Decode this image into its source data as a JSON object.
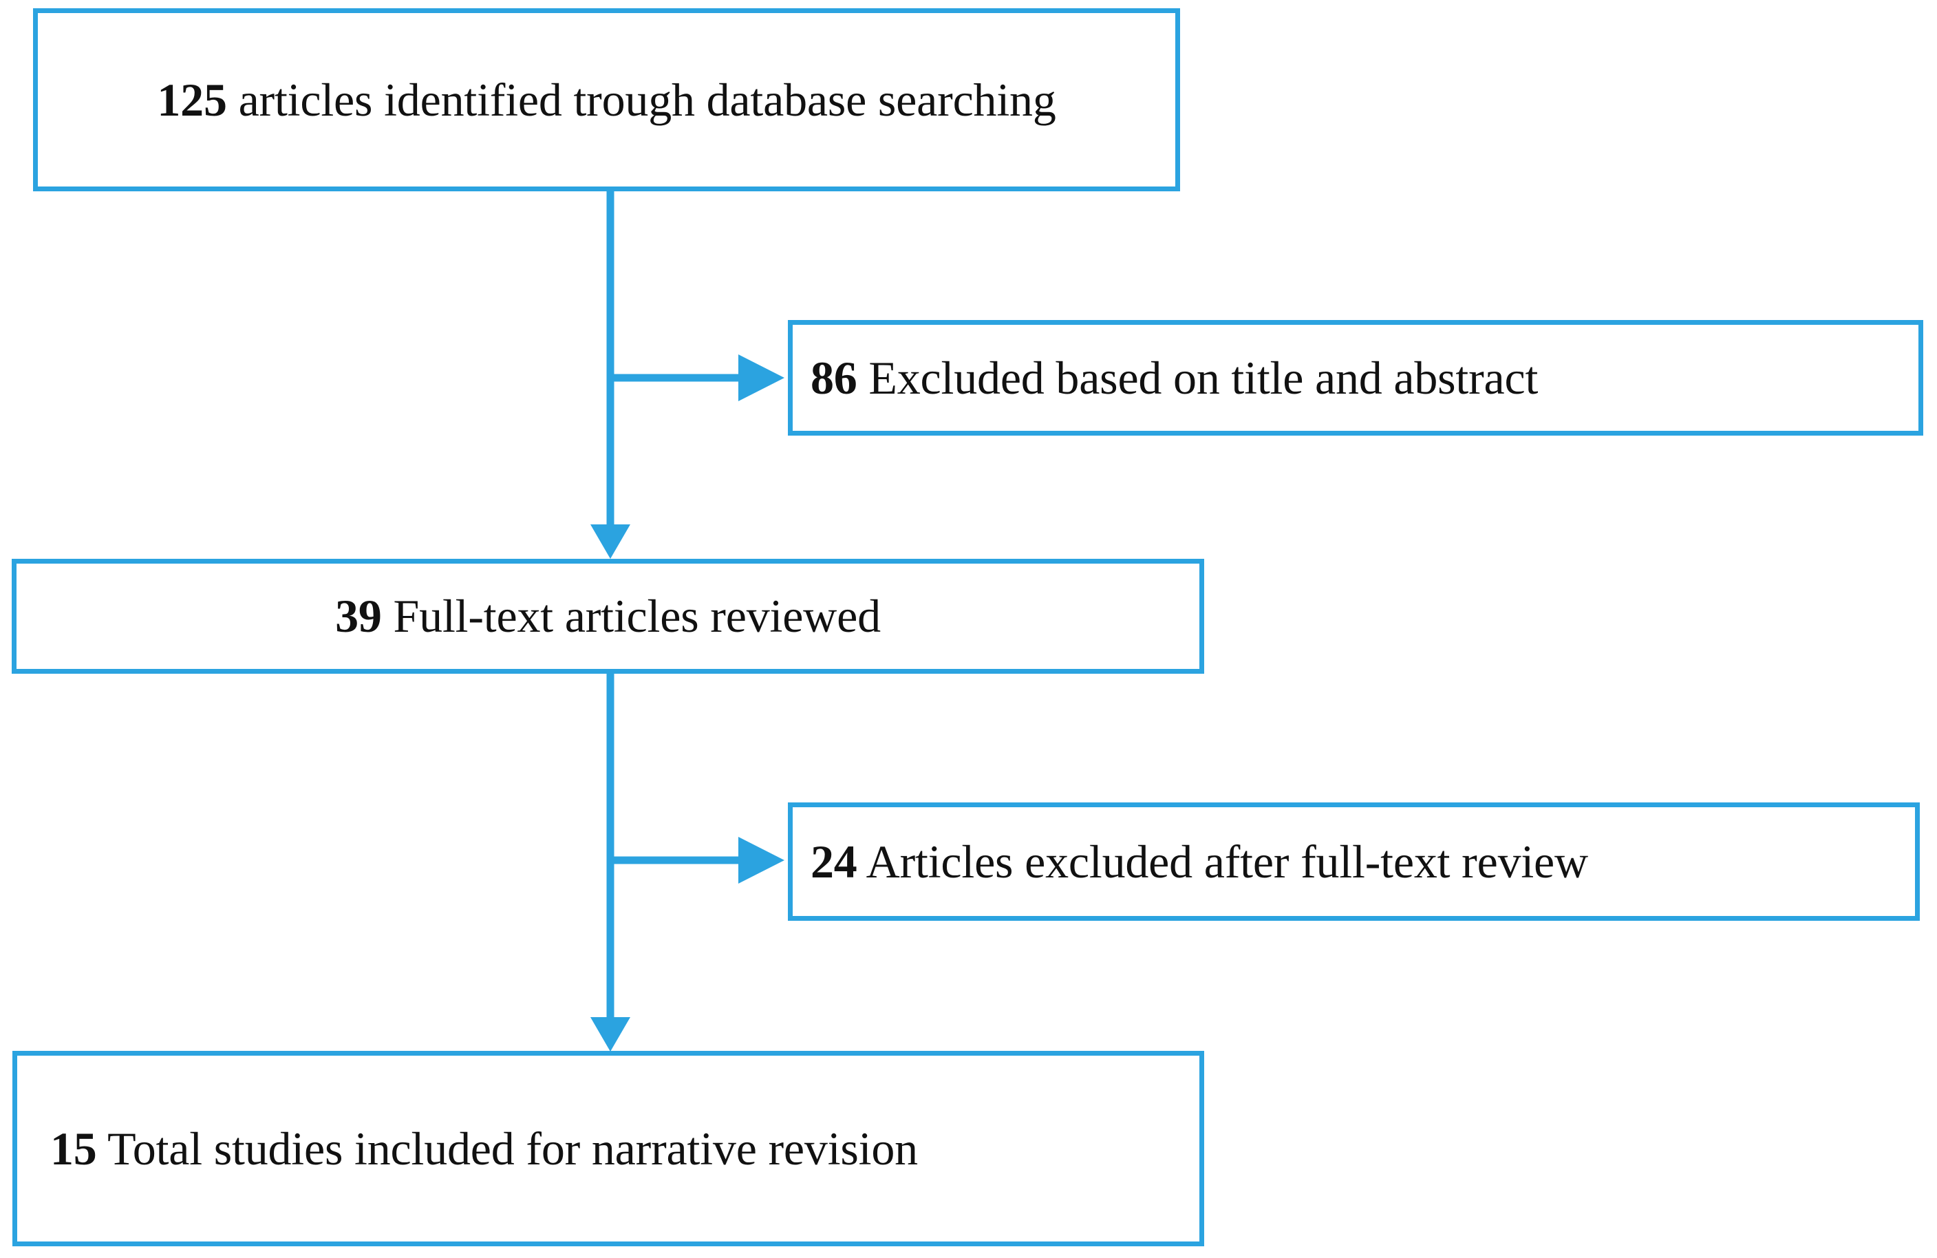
{
  "diagram": {
    "type": "prisma-flow-diagram",
    "accent_color": "#2ba3e0",
    "text_color": "#111111",
    "background_color": "#ffffff",
    "nodes": [
      {
        "id": "identified",
        "count": "125",
        "label": "articles identified trough database searching",
        "full_text": "125 articles identified trough database searching",
        "align": "center",
        "column": "main"
      },
      {
        "id": "excluded-title",
        "count": "86",
        "label": "Excluded based on title and abstract",
        "full_text": "86 Excluded based on title and abstract",
        "align": "left",
        "column": "side"
      },
      {
        "id": "fulltext",
        "count": "39",
        "label": "Full-text articles reviewed",
        "full_text": "39 Full-text articles reviewed",
        "align": "center",
        "column": "main"
      },
      {
        "id": "excluded-fulltext",
        "count": "24",
        "label": "Articles excluded after full-text review",
        "full_text": "24 Articles excluded after full-text review",
        "align": "left",
        "column": "side"
      },
      {
        "id": "included",
        "count": "15",
        "label": "Total studies included for narrative revision",
        "full_text": "15 Total studies included for narrative revision",
        "align": "left",
        "column": "main"
      }
    ],
    "edges": [
      {
        "id": "identified-to-fulltext",
        "from": "identified",
        "to": "fulltext",
        "direction": "down",
        "arrowhead": true
      },
      {
        "id": "identified-to-excluded-title",
        "from": "identified",
        "to": "excluded-title",
        "direction": "right",
        "arrowhead": true
      },
      {
        "id": "fulltext-to-included",
        "from": "fulltext",
        "to": "included",
        "direction": "down",
        "arrowhead": true
      },
      {
        "id": "fulltext-to-excluded-fulltext",
        "from": "fulltext",
        "to": "excluded-fulltext",
        "direction": "right",
        "arrowhead": true
      }
    ]
  }
}
